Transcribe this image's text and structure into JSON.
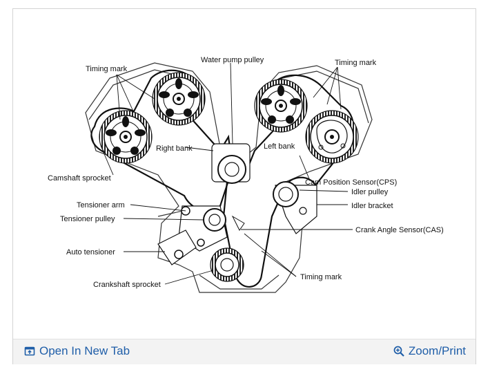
{
  "diagram": {
    "labels": {
      "timing_mark_left": "Timing mark",
      "water_pump_pulley": "Water pump pulley",
      "timing_mark_right": "Timing mark",
      "right_bank": "Right bank",
      "left_bank": "Left bank",
      "camshaft_sprocket": "Camshaft sprocket",
      "cam_position_sensor": "Cam Position Sensor(CPS)",
      "idler_pulley": "Idler pulley",
      "idler_bracket": "Idler bracket",
      "tensioner_arm": "Tensioner arm",
      "tensioner_pulley": "Tensioner pulley",
      "crank_angle_sensor": "Crank Angle Sensor(CAS)",
      "auto_tensioner": "Auto tensioner",
      "timing_mark_bottom": "Timing mark",
      "crankshaft_sprocket": "Crankshaft sprocket"
    }
  },
  "footer": {
    "open_label": "Open In New Tab",
    "open_icon": "open-in-new-tab-icon",
    "zoom_label": "Zoom/Print",
    "zoom_icon": "zoom-icon",
    "link_color": "#1f5ea8"
  }
}
